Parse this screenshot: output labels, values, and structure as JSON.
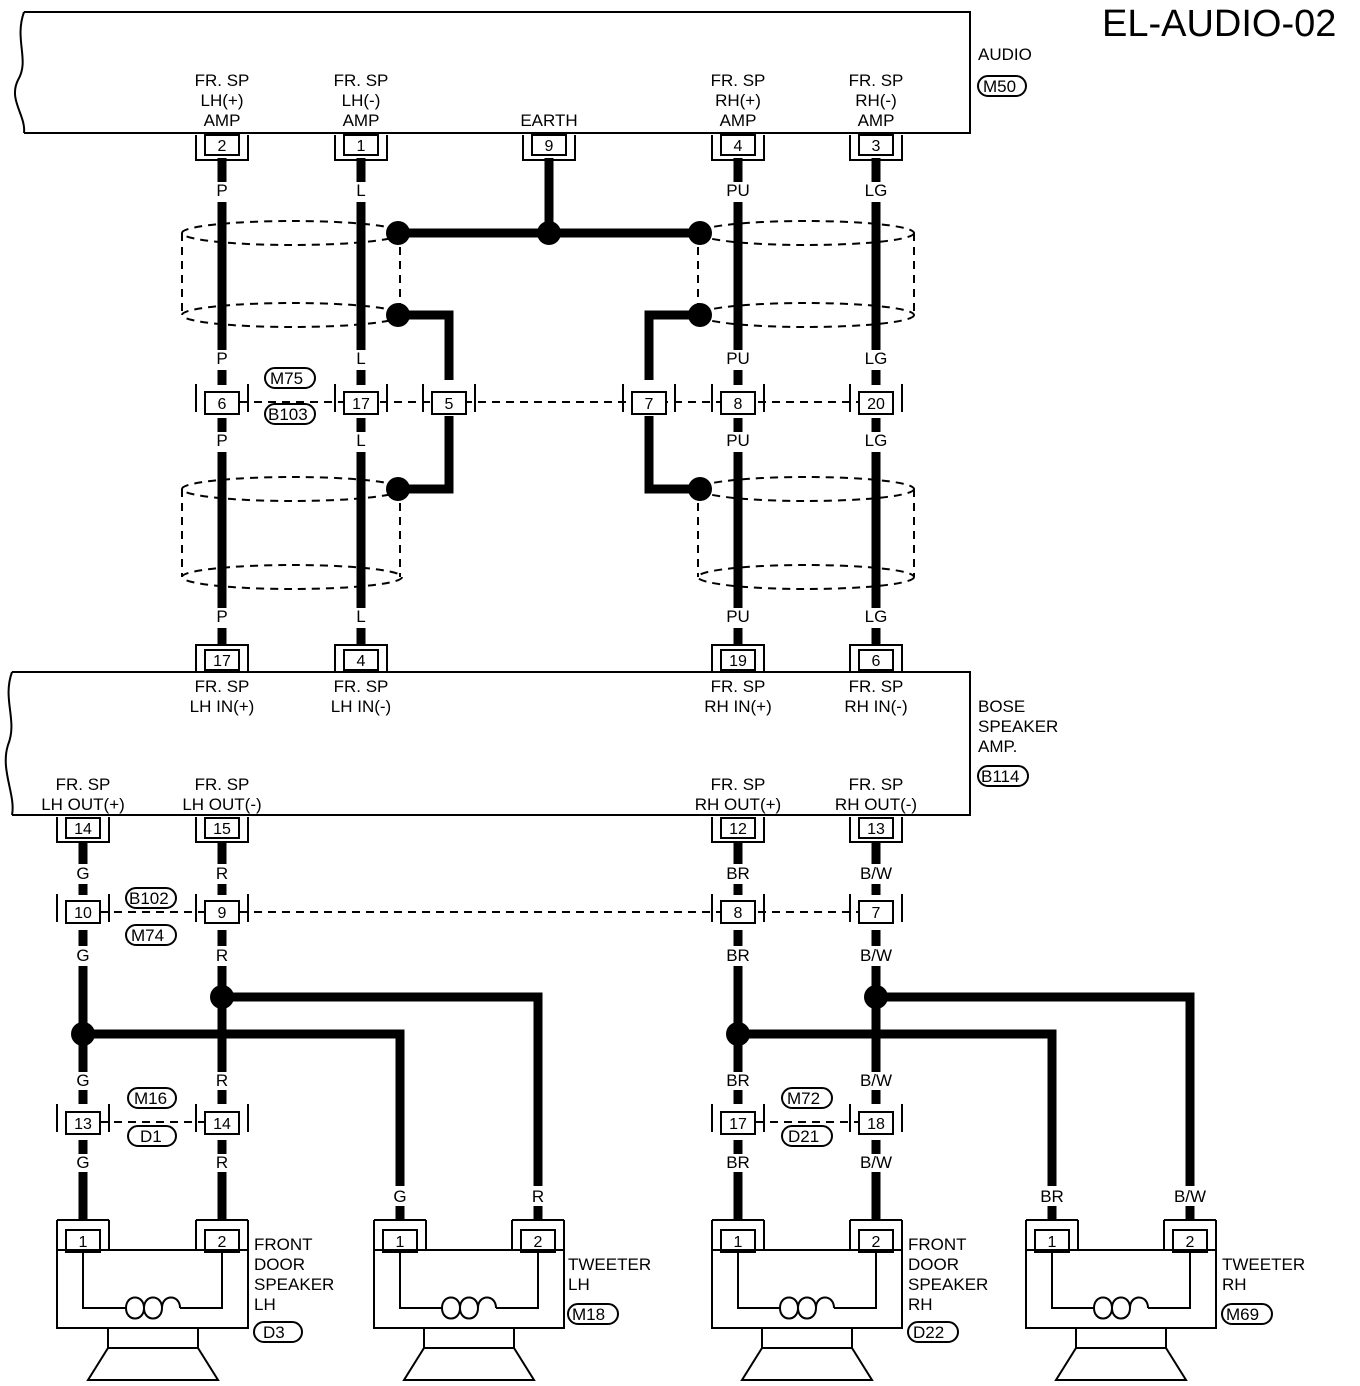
{
  "title": "EL-AUDIO-02",
  "audio_unit": {
    "name": "AUDIO",
    "connector": "M50",
    "pins": [
      {
        "pin": "2",
        "label": [
          "FR. SP",
          "LH(+)",
          "AMP"
        ],
        "wire": "P"
      },
      {
        "pin": "1",
        "label": [
          "FR. SP",
          "LH(-)",
          "AMP"
        ],
        "wire": "L"
      },
      {
        "pin": "9",
        "label": [
          "",
          "",
          "EARTH"
        ],
        "wire": ""
      },
      {
        "pin": "4",
        "label": [
          "FR. SP",
          "RH(+)",
          "AMP"
        ],
        "wire": "PU"
      },
      {
        "pin": "3",
        "label": [
          "FR. SP",
          "RH(-)",
          "AMP"
        ],
        "wire": "LG"
      }
    ]
  },
  "junction_1": {
    "connectors": [
      "M75",
      "B103"
    ],
    "pins": [
      "6",
      "17",
      "5",
      "7",
      "8",
      "20"
    ]
  },
  "bose_amp": {
    "name": [
      "BOSE",
      "SPEAKER",
      "AMP."
    ],
    "connector": "B114",
    "inputs": [
      {
        "pin": "17",
        "label": [
          "FR. SP",
          "LH IN(+)"
        ],
        "wire": "P"
      },
      {
        "pin": "4",
        "label": [
          "FR. SP",
          "LH IN(-)"
        ],
        "wire": "L"
      },
      {
        "pin": "19",
        "label": [
          "FR. SP",
          "RH IN(+)"
        ],
        "wire": "PU"
      },
      {
        "pin": "6",
        "label": [
          "FR. SP",
          "RH IN(-)"
        ],
        "wire": "LG"
      }
    ],
    "outputs": [
      {
        "pin": "14",
        "label": [
          "FR. SP",
          "LH OUT(+)"
        ],
        "wire": "G"
      },
      {
        "pin": "15",
        "label": [
          "FR. SP",
          "LH OUT(-)"
        ],
        "wire": "R"
      },
      {
        "pin": "12",
        "label": [
          "FR. SP",
          "RH OUT(+)"
        ],
        "wire": "BR"
      },
      {
        "pin": "13",
        "label": [
          "FR. SP",
          "RH OUT(-)"
        ],
        "wire": "B/W"
      }
    ]
  },
  "junction_2": {
    "connectors": [
      "B102",
      "M74"
    ],
    "pins": [
      "10",
      "9",
      "8",
      "7"
    ]
  },
  "junction_lh": {
    "connectors": [
      "M16",
      "D1"
    ],
    "pins": [
      "13",
      "14"
    ]
  },
  "junction_rh": {
    "connectors": [
      "M72",
      "D21"
    ],
    "pins": [
      "17",
      "18"
    ]
  },
  "speakers": [
    {
      "name": [
        "FRONT",
        "DOOR",
        "SPEAKER",
        "LH"
      ],
      "connector": "D3",
      "pins": [
        "1",
        "2"
      ],
      "wires": [
        "G",
        "R"
      ]
    },
    {
      "name": [
        "TWEETER",
        "LH"
      ],
      "connector": "M18",
      "pins": [
        "1",
        "2"
      ],
      "wires": [
        "G",
        "R"
      ]
    },
    {
      "name": [
        "FRONT",
        "DOOR",
        "SPEAKER",
        "RH"
      ],
      "connector": "D22",
      "pins": [
        "1",
        "2"
      ],
      "wires": [
        "BR",
        "B/W"
      ]
    },
    {
      "name": [
        "TWEETER",
        "RH"
      ],
      "connector": "M69",
      "pins": [
        "1",
        "2"
      ],
      "wires": [
        "BR",
        "B/W"
      ]
    }
  ]
}
